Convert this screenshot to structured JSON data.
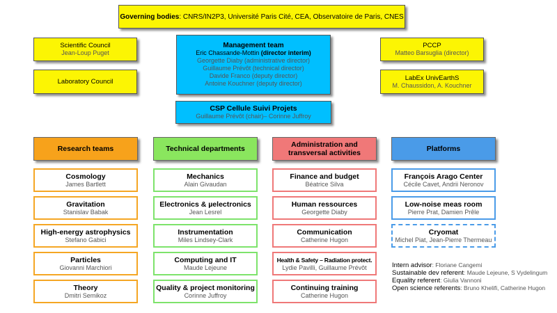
{
  "governing": {
    "label": "Governing bodies",
    "value": ": CNRS/IN2P3, Université Paris Cité, CEA, Observatoire de Paris, CNES"
  },
  "scientific_council": {
    "title": "Scientific Council",
    "sub": "Jean-Loup Puget"
  },
  "laboratory_council": {
    "title": "Laboratory Council"
  },
  "management": {
    "title": "Management team",
    "director_name": "Eric Chassande-Mottin",
    "director_role": " (director interim)",
    "lines": [
      "Georgette Diaby (administrative director)",
      "Guillaume Prévôt (technical director)",
      "Davide Franco (deputy director)",
      "Antoine Kouchner (deputy director)"
    ]
  },
  "pccp": {
    "title": "PCCP",
    "sub": "Matteo Barsuglia (director)"
  },
  "labex": {
    "title": "LabEx UnivEarthS",
    "sub": "M. Chaussidon, A. Kouchner"
  },
  "csp": {
    "title": "CSP Cellule Suivi Projets",
    "sub": "Guillaume Prévôt (chair)– Corinne Juffroy"
  },
  "columns": [
    {
      "header": "Research teams",
      "items": [
        {
          "title": "Cosmology",
          "sub": "James Bartlett"
        },
        {
          "title": "Gravitation",
          "sub": "Stanislav Babak"
        },
        {
          "title": "High-energy astrophysics",
          "sub": "Stefano Gabici"
        },
        {
          "title": "Particles",
          "sub": "Giovanni Marchiori"
        },
        {
          "title": "Theory",
          "sub": "Dmitri Semikoz"
        }
      ]
    },
    {
      "header": "Technical departments",
      "items": [
        {
          "title": "Mechanics",
          "sub": "Alain Givaudan"
        },
        {
          "title": "Electronics & µelectronics",
          "sub": "Jean Lesrel"
        },
        {
          "title": "Instrumentation",
          "sub": "Miles Lindsey-Clark"
        },
        {
          "title": "Computing and IT",
          "sub": "Maude Lejeune"
        },
        {
          "title": "Quality & project monitoring",
          "sub": "Corinne Juffroy"
        }
      ]
    },
    {
      "header_line1": "Administration and",
      "header_line2": "transversal activities",
      "items": [
        {
          "title": "Finance and budget",
          "sub": "Béatrice Silva"
        },
        {
          "title": "Human ressources",
          "sub": "Georgette Diaby"
        },
        {
          "title": "Communication",
          "sub": "Catherine Hugon"
        },
        {
          "title": "Health & Safety – Radiation protect.",
          "sub": "Lydie Pavilli, Guillaume Prévôt"
        },
        {
          "title": "Continuing training",
          "sub": "Catherine Hugon"
        }
      ]
    },
    {
      "header": "Platforms",
      "items": [
        {
          "title": "François Arago Center",
          "sub": "Cécile Cavet, Andrii Neronov"
        },
        {
          "title": "Low-noise meas room",
          "sub": "Pierre Prat, Damien Prêle"
        },
        {
          "title": "Cryomat",
          "sub": "Michel Piat, Jean-Pierre Thermeau"
        }
      ]
    }
  ],
  "notes": [
    {
      "label": "Intern advisor",
      "value": ": Floriane Cangemi"
    },
    {
      "label": "Sustainable dev referent",
      "value": ": Maude Lejeune, S Vydelingum"
    },
    {
      "label": "Equality referent",
      "value": ": Giulia Vannoni"
    },
    {
      "label": "Open science referents",
      "value": ": Bruno Khelifi, Catherine Hugon"
    }
  ],
  "colors": {
    "yellow": "#fcf503",
    "cyan": "#00bfff",
    "research": "#f7a21b",
    "technical": "#8ae65e",
    "admin": "#f07878",
    "platforms": "#4a9be8"
  }
}
